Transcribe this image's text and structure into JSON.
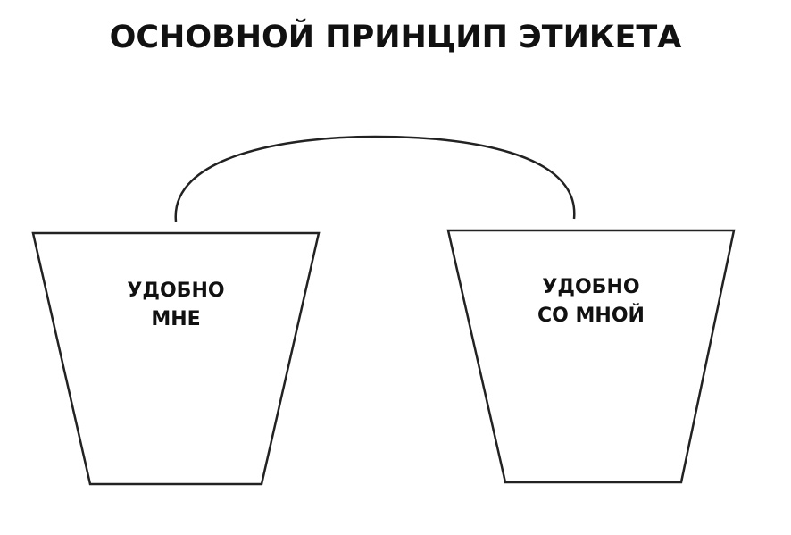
{
  "title": "ОСНОВНОЙ ПРИНЦИП ЭТИКЕТА",
  "left_bucket": {
    "line1": "УДОБНО",
    "line2": "МНЕ"
  },
  "right_bucket": {
    "line1": "УДОБНО",
    "line2": "СО МНОЙ"
  }
}
